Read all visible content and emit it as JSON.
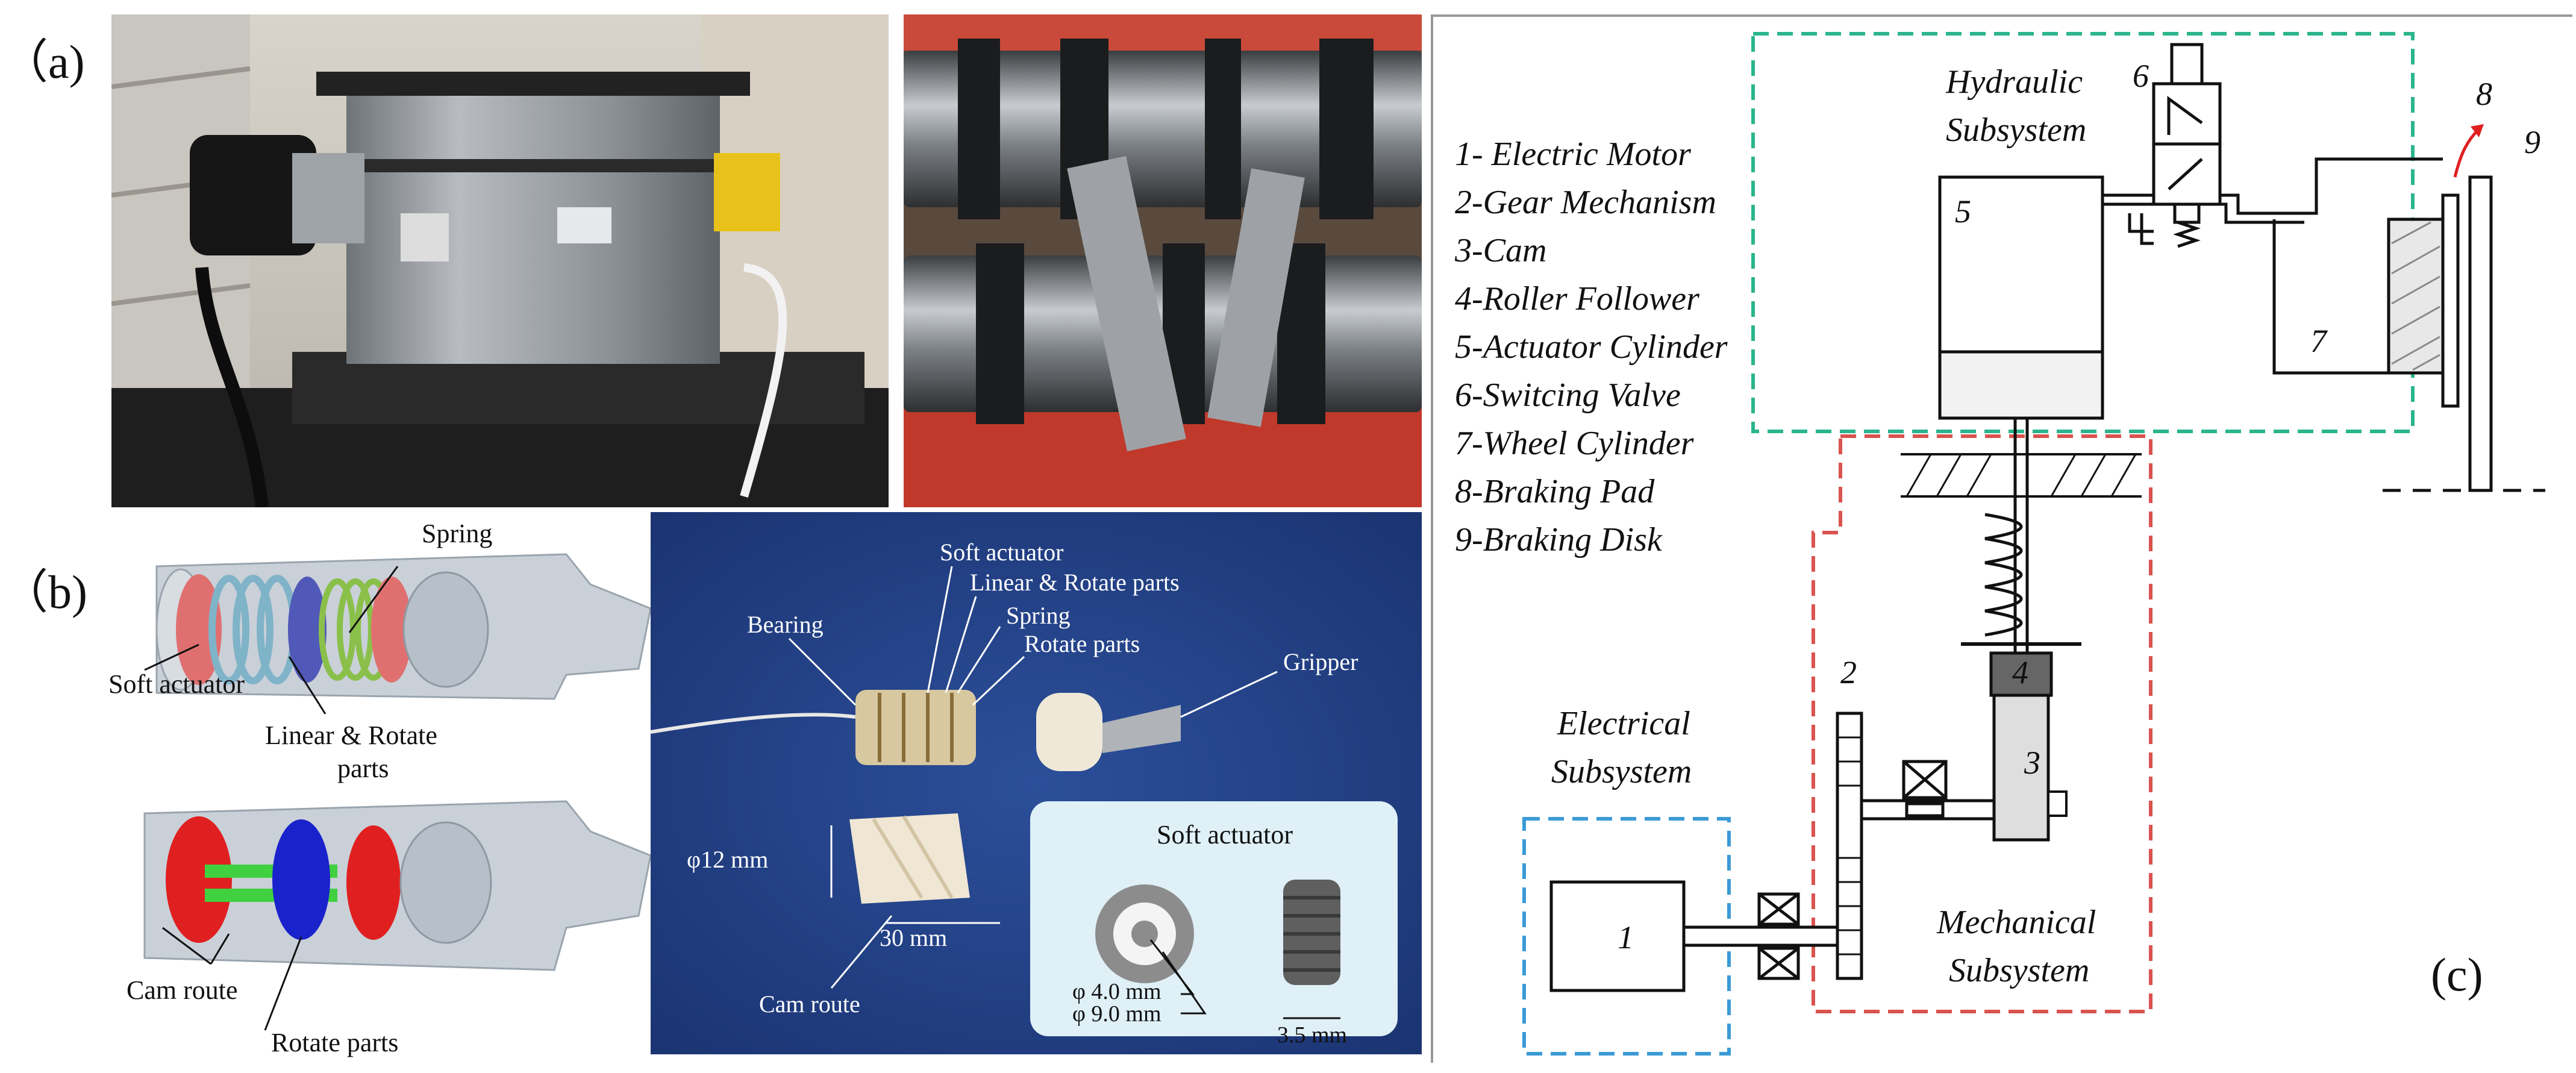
{
  "panels": {
    "a": {
      "label": "（a)"
    },
    "b": {
      "label": "（b)",
      "render_labels": {
        "spring": "Spring",
        "soft_actuator": "Soft actuator",
        "linear_rotate": "Linear & Rotate",
        "linear_rotate_2": "parts",
        "cam_route": "Cam route",
        "rotate_parts": "Rotate parts"
      },
      "photo_labels": {
        "soft_actuator": "Soft actuator",
        "linear_rotate": "Linear & Rotate parts",
        "spring": "Spring",
        "rotate_parts": "Rotate parts",
        "bearing": "Bearing",
        "gripper": "Gripper",
        "diameter": "φ12 mm",
        "length": "30 mm",
        "cam_route": "Cam route",
        "inset_title": "Soft actuator",
        "inner_d": "φ 4.0 mm",
        "outer_d": "φ 9.0 mm",
        "thickness": "3.5 mm"
      }
    },
    "c": {
      "label": "(c)",
      "legend": [
        "1- Electric Motor",
        "2-Gear Mechanism",
        "3-Cam",
        "4-Roller Follower",
        "5-Actuator Cylinder",
        "6-Switcing Valve",
        "7-Wheel Cylinder",
        "8-Braking Pad",
        "9-Braking Disk"
      ],
      "subsystems": {
        "hydraulic_1": "Hydraulic",
        "hydraulic_2": "Subsystem",
        "electrical_1": "Electrical",
        "electrical_2": "Subsystem",
        "mechanical_1": "Mechanical",
        "mechanical_2": "Subsystem"
      },
      "numbers": {
        "n1": "1",
        "n2": "2",
        "n3": "3",
        "n4": "4",
        "n5": "5",
        "n6": "6",
        "n7": "7",
        "n8": "8",
        "n9": "9"
      },
      "colors": {
        "hydraulic": "#2bb58c",
        "electrical": "#3b9ad6",
        "mechanical": "#d9534f"
      }
    }
  }
}
